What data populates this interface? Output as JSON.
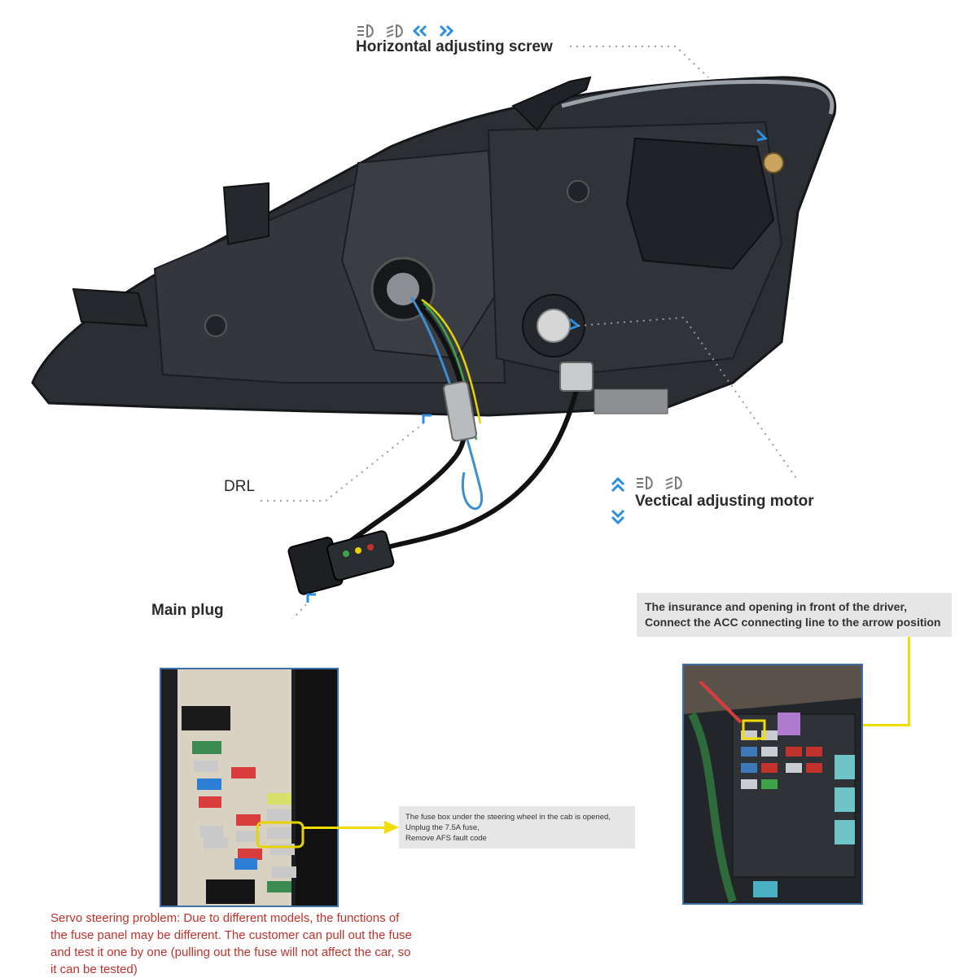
{
  "labels": {
    "horizontal_screw": "Horizontal adjusting screw",
    "drl": "DRL",
    "vertical_motor": "Vectical adjusting motor",
    "main_plug": "Main plug"
  },
  "insurance_box": {
    "line1": "The insurance and opening in front of the driver,",
    "line2": "Connect the ACC connecting line to the arrow position"
  },
  "fuse_box": {
    "line1": "The fuse box under the steering wheel in the cab is opened,",
    "line2": "Unplug the 7.5A fuse,",
    "line3": "Remove AFS fault code"
  },
  "servo_note": {
    "line1": "Servo steering problem: Due to different models, the functions of",
    "line2": "the fuse panel may be different. The customer can pull out the fuse",
    "line3": "and test it one by one (pulling out the fuse will not affect the car, so",
    "line4": "it can be tested)"
  },
  "colors": {
    "accent_blue": "#2a8fe0",
    "note_red": "#c0322b",
    "arrow_yellow": "#f2dd00"
  }
}
